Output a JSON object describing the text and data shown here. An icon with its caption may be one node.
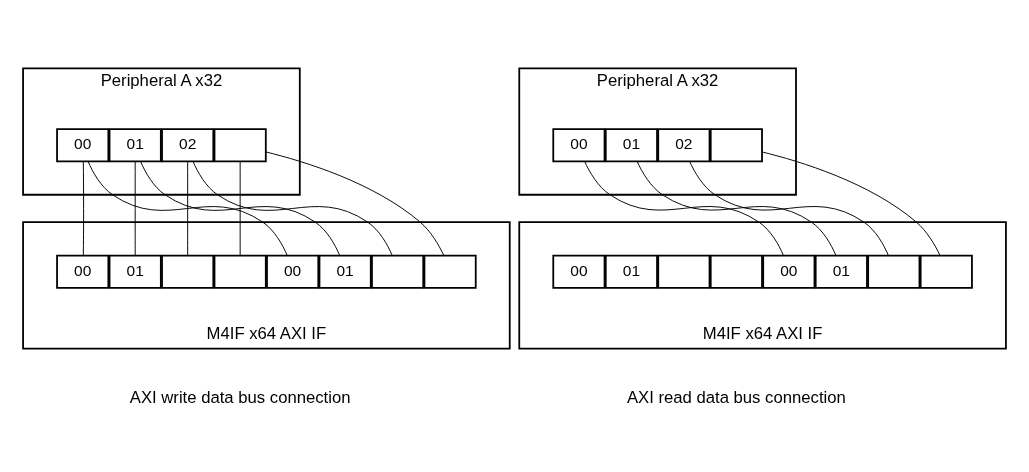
{
  "diagram": {
    "nodes": [
      {
        "text": [
          "Peripheral A x32"
        ]
      },
      {
        "text": [
          "00"
        ],
        "in": 0
      },
      {
        "text": [
          "01"
        ],
        "in": 0
      },
      {
        "text": [
          "02"
        ],
        "in": 0
      },
      {
        "text": [],
        "shape": "box",
        "in": 0
      },
      {
        "text": [
          "M4IF x64 AXI IF"
        ]
      },
      {
        "text": [
          "00"
        ],
        "in": 5
      },
      {
        "text": [
          "01"
        ],
        "in": 5
      },
      {
        "text": [],
        "shape": "box",
        "in": 5
      },
      {
        "text": [],
        "shape": "box",
        "in": 5
      },
      {
        "text": [
          "00"
        ],
        "in": 5
      },
      {
        "text": [
          "01"
        ],
        "in": 5
      },
      {
        "text": [],
        "shape": "box",
        "in": 5
      },
      {
        "text": [],
        "shape": "box",
        "in": 5
      },
      {
        "text": [
          "Peripheral A x32"
        ]
      },
      {
        "text": [
          "00"
        ],
        "in": 14
      },
      {
        "text": [
          "01"
        ],
        "in": 14
      },
      {
        "text": [
          "02"
        ],
        "in": 14
      },
      {
        "text": [],
        "shape": "box",
        "in": 14
      },
      {
        "text": [
          "M4IF x64 AXI IF"
        ]
      },
      {
        "text": [
          "00"
        ],
        "in": 19
      },
      {
        "text": [
          "01"
        ],
        "in": 19
      },
      {
        "text": [],
        "shape": "box",
        "in": 19
      },
      {
        "text": [],
        "shape": "box",
        "in": 19
      },
      {
        "text": [
          "00"
        ],
        "in": 19
      },
      {
        "text": [
          "01"
        ],
        "in": 19
      },
      {
        "text": [],
        "shape": "box",
        "in": 19
      },
      {
        "text": [],
        "shape": "box",
        "in": 19
      }
    ],
    "edges": [
      {
        "from": 1,
        "to": 6,
        "arrow": "none"
      },
      {
        "from": 1,
        "to": 10,
        "arrow": "none"
      },
      {
        "from": 2,
        "to": 7,
        "arrow": "none"
      },
      {
        "from": 2,
        "to": 11,
        "arrow": "none"
      },
      {
        "from": 3,
        "to": 8,
        "arrow": "none"
      },
      {
        "from": 3,
        "to": 12,
        "arrow": "none"
      },
      {
        "from": 4,
        "to": 9,
        "arrow": "none"
      },
      {
        "from": 4,
        "to": 13,
        "arrow": "none"
      },
      {
        "from": 15,
        "to": 24,
        "arrow": "none"
      },
      {
        "from": 16,
        "to": 25,
        "arrow": "none"
      },
      {
        "from": 17,
        "to": 26,
        "arrow": "none"
      },
      {
        "from": 18,
        "to": 27,
        "arrow": "none"
      }
    ],
    "labels": [
      "AXI write data bus connection",
      "AXI read data bus connection"
    ]
  }
}
